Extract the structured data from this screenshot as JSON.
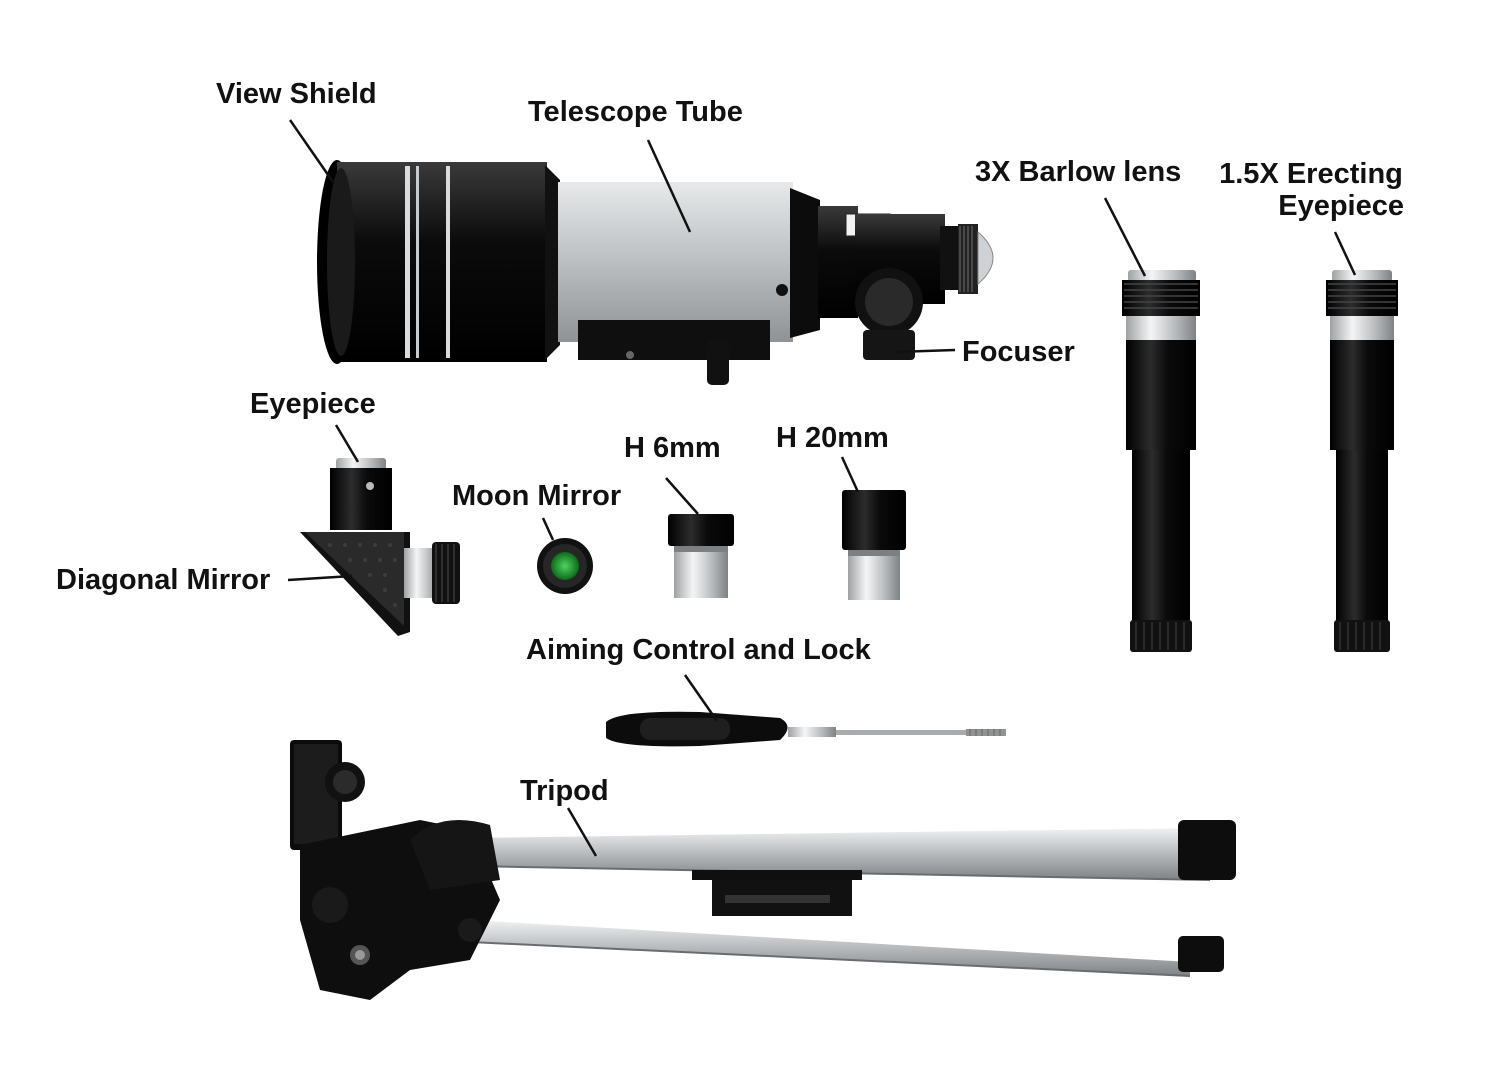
{
  "labels": {
    "view_shield": "View Shield",
    "telescope_tube": "Telescope Tube",
    "barlow": "3X Barlow lens",
    "erecting_line1": "1.5X Erecting",
    "erecting_line2": "Eyepiece",
    "focuser": "Focuser",
    "eyepiece": "Eyepiece",
    "h6": "H 6mm",
    "h20": "H 20mm",
    "moon_mirror": "Moon Mirror",
    "diagonal_mirror": "Diagonal Mirror",
    "aiming": "Aiming Control and Lock",
    "tripod": "Tripod"
  },
  "colors": {
    "background": "#ffffff",
    "label_text": "#111111",
    "leader_line": "#111111",
    "tube_silver": "#c9ccce",
    "metal_black": "#0d0d0d",
    "chrome": "#e3e4e5",
    "moon_filter_green": "#1f8f2e"
  }
}
